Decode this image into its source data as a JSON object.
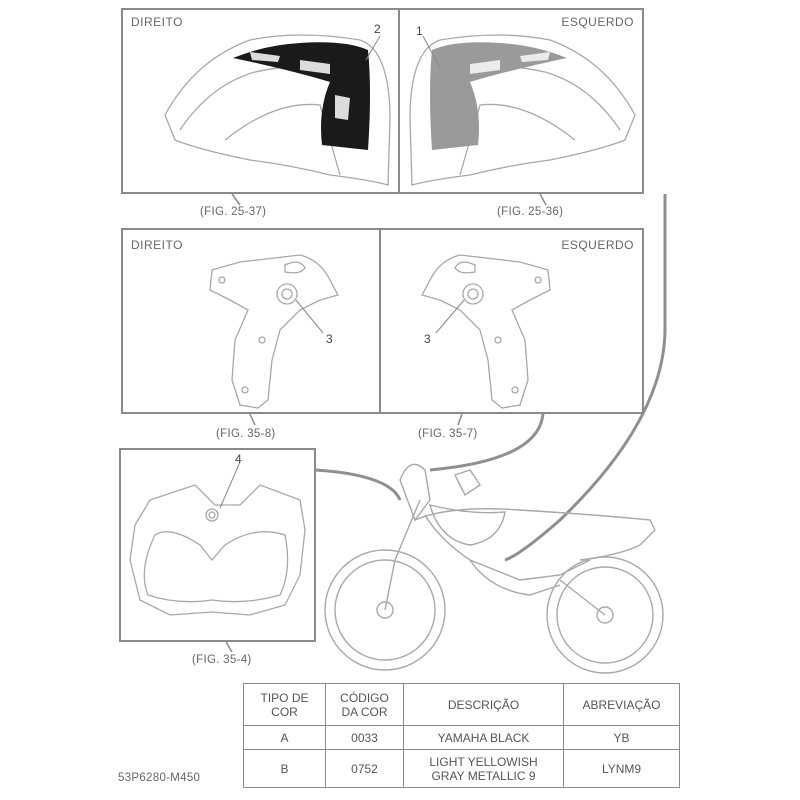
{
  "panels": {
    "tank_right": {
      "label": "DIREITO",
      "callout": "2",
      "figref": "(FIG. 25-37)"
    },
    "tank_left": {
      "label": "ESQUERDO",
      "callout": "1",
      "figref": "(FIG. 25-36)"
    },
    "frame_right": {
      "label": "DIREITO",
      "callout": "3",
      "figref": "(FIG. 35-8)"
    },
    "frame_left": {
      "label": "ESQUERDO",
      "callout": "3",
      "figref": "(FIG. 35-7)"
    },
    "headlight": {
      "callout": "4",
      "figref": "(FIG. 35-4)"
    }
  },
  "color_table": {
    "headers": {
      "tipo": [
        "TIPO DE",
        "COR"
      ],
      "codigo": [
        "CÓDIGO",
        "DA COR"
      ],
      "descricao": "DESCRIÇÃO",
      "abreviacao": "ABREVIAÇÃO"
    },
    "rows": [
      {
        "tipo": "A",
        "codigo": "0033",
        "descricao": [
          "YAMAHA BLACK"
        ],
        "abreviacao": "YB"
      },
      {
        "tipo": "B",
        "codigo": "0752",
        "descricao": [
          "LIGHT YELLOWISH",
          "GRAY METALLIC 9"
        ],
        "abreviacao": "LYNM9"
      }
    ]
  },
  "diagram_code": "53P6280-M450",
  "colors": {
    "line": "#8a8a8a",
    "text": "#666666",
    "decal_dark": "#1a1a1a",
    "decal_gray": "#9a9a9a"
  }
}
